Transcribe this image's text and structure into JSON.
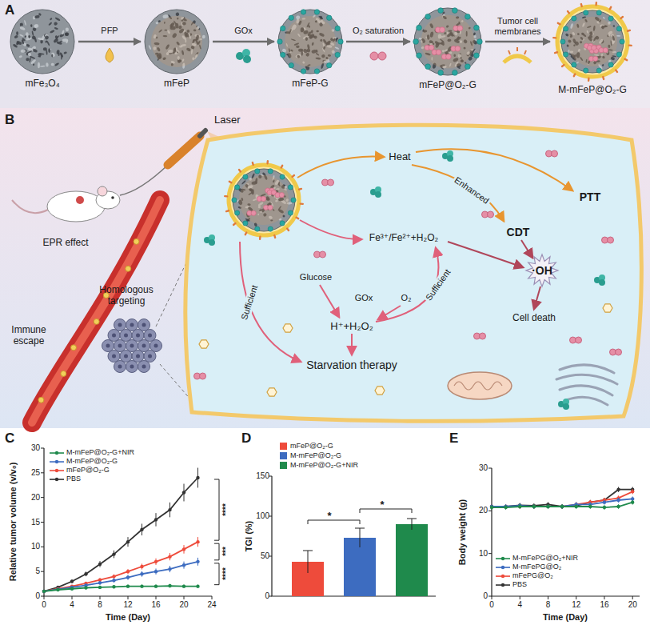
{
  "diagram": {
    "nodes": [
      {
        "text": [
          "mFe₃O₄"
        ]
      },
      {
        "text": [
          "mFeP"
        ]
      },
      {
        "text": [
          "mFeP-G"
        ]
      },
      {
        "text": [
          "mFeP@O₂-G"
        ]
      },
      {
        "text": [
          "M-mFeP@O₂-G"
        ]
      }
    ],
    "edges": [
      {
        "from": 0,
        "to": 1,
        "label": "PFP",
        "arrow": "to"
      },
      {
        "from": 1,
        "to": 2,
        "label": "GOx",
        "arrow": "to"
      },
      {
        "from": 2,
        "to": 3,
        "label": "O₂ saturation",
        "arrow": "to"
      },
      {
        "from": 3,
        "to": 4,
        "label": "Tumor cell membranes",
        "arrow": "to"
      }
    ],
    "labels": [
      "A",
      "B",
      "Laser",
      "EPR effect",
      "Homologous targeting",
      "Immune escape",
      "Heat",
      "Enhanced",
      "PTT",
      "CDT",
      "Fe³⁺/Fe²⁺+H₂O₂",
      "·OH",
      "Sufficient",
      "Glucose",
      "GOx",
      "O₂",
      "H⁺+H₂O₂",
      "Sufficient",
      "Starvation therapy",
      "Cell death",
      "C",
      "Relative tumor volume (v/v₀)",
      "Time (Day)",
      "0",
      "5",
      "10",
      "15",
      "20",
      "25",
      "30",
      "0",
      "4",
      "8",
      "12",
      "16",
      "20",
      "24",
      "****",
      "***",
      "****",
      "D",
      "TGI (%)",
      "0",
      "50",
      "100",
      "150",
      "*",
      "*",
      "E",
      "Body weight (g)",
      "Time (Day)",
      "0",
      "10",
      "20",
      "30",
      "0",
      "4",
      "8",
      "12",
      "16",
      "20"
    ],
    "legend": [
      {
        "text": "M-mFeP@O₂-G+NIR"
      },
      {
        "text": "M-mFeP@O₂-G"
      },
      {
        "text": "mFeP@O₂-G"
      },
      {
        "text": "PBS"
      },
      {
        "text": "mFeP@O₂-G",
        "color": "#ee4b3b"
      },
      {
        "text": "M-mFeP@O₂-G",
        "color": "#3d6cc0"
      },
      {
        "text": "M-mFeP@O₂-G+NIR",
        "color": "#1f8a4c"
      },
      {
        "text": "M-mFePG@O₂+NIR"
      },
      {
        "text": "M-mFePG@O₂"
      },
      {
        "text": "mFePG@O₂"
      },
      {
        "text": "PBS"
      }
    ]
  }
}
